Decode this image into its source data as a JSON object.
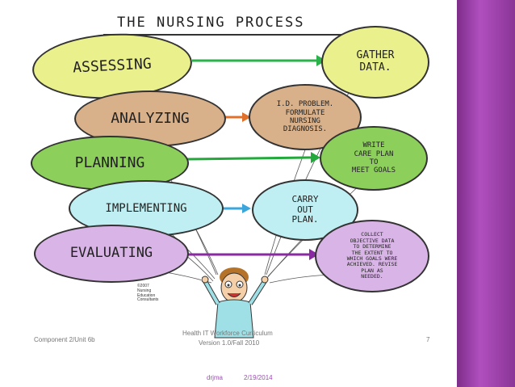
{
  "title": "THE NURSING PROCESS",
  "steps": [
    {
      "action": "ASSESSING",
      "result": "GATHER\nDATA.",
      "color": "#eaf08c",
      "arrow": "#2bb24a"
    },
    {
      "action": "ANALYZING",
      "result": "I.D. PROBLEM.\nFORMULATE\nNURSING\nDIAGNOSIS.",
      "color": "#d8b08a",
      "arrow": "#e0702a"
    },
    {
      "action": "PLANNING",
      "result": "WRITE\nCARE PLAN\nTO\nMEET GOALS",
      "color": "#8ccf5a",
      "arrow": "#23a83b"
    },
    {
      "action": "IMPLEMENTING",
      "result": "CARRY\nOUT\nPLAN.",
      "color": "#bfeff2",
      "arrow": "#3aa6dc"
    },
    {
      "action": "EVALUATING",
      "result": "COLLECT\nOBJECTIVE DATA\nTO DETERMINE\nTHE EXTENT TO\nWHICH GOALS WERE\nACHIEVED. REVISE\nPLAN AS\nNEEDED.",
      "color": "#d9b4e6",
      "arrow": "#8a2aa3"
    }
  ],
  "logo_text": "©2007\nNursing\nEducation\nConsultants",
  "footer": {
    "left": "Component 2/Unit 6b",
    "center_line1": "Health IT Workforce Curriculum",
    "center_line2": "Version 1.0/Fall 2010",
    "right": "7"
  },
  "bottom": {
    "author": "drjma",
    "date": "2/19/2014"
  },
  "colors": {
    "sidebar": "#9b3fae",
    "accent_text": "#9b4fb0"
  }
}
